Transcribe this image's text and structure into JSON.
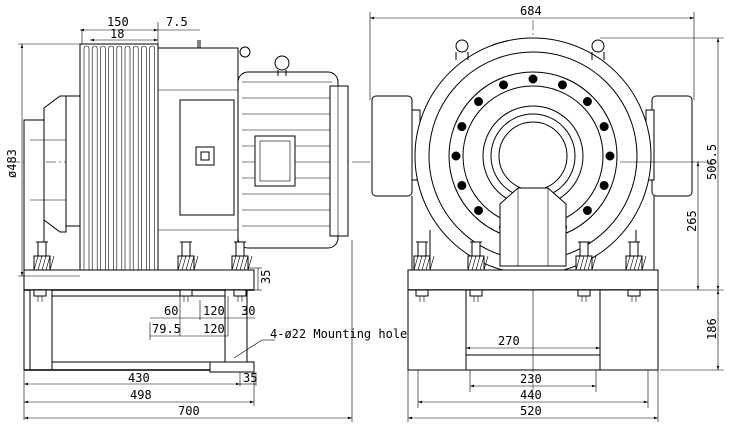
{
  "dimensions": {
    "d150": "150",
    "d7_5": "7.5",
    "d18": "18",
    "d684": "684",
    "d483": "ø483",
    "d506_5": "506.5",
    "d265": "265",
    "d35_right": "35",
    "d60": "60",
    "d120a": "120",
    "d30": "30",
    "d79_5": "79.5",
    "d120b": "120",
    "d270": "270",
    "d186": "186",
    "d430": "430",
    "d35_bottom": "35",
    "d498": "498",
    "d700": "700",
    "d230": "230",
    "d440": "440",
    "d520": "520"
  },
  "notes": {
    "mounting_hole": "4-ø22 Mounting hole"
  }
}
